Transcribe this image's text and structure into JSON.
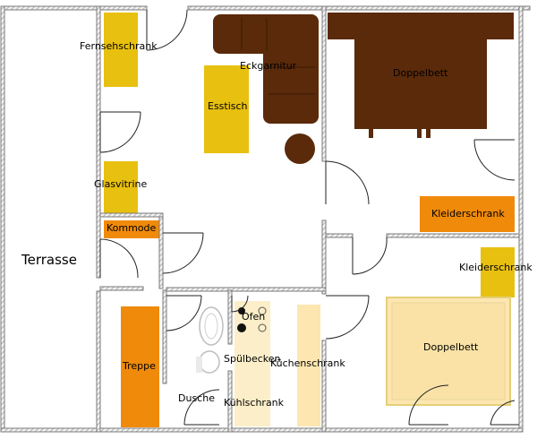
{
  "labels": {
    "terrasse": "Terrasse",
    "fernsehschrank": "Fernsehschrank",
    "eckgarnitur": "Eckgarnitur",
    "esstisch": "Esstisch",
    "glasvitrine": "Glasvitrine",
    "kommode": "Kommode",
    "treppe": "Treppe",
    "dusche": "Dusche",
    "ofen": "Ofen",
    "spuelbecken": "Spülbecken",
    "kuechenschrank": "Küchenschrank",
    "kuehlschrank": "Kühlschrank",
    "doppelbett_1": "Doppelbett",
    "kleiderschrank_1": "Kleiderschrank",
    "kleiderschrank_2": "Kleiderschrank",
    "doppelbett_2": "Doppelbett"
  },
  "colors": {
    "wall": "#8a8a8a",
    "yellow": "#e8c010",
    "orange": "#f08a0a",
    "brown": "#5a2a0a",
    "cream": "#fde6b0"
  }
}
